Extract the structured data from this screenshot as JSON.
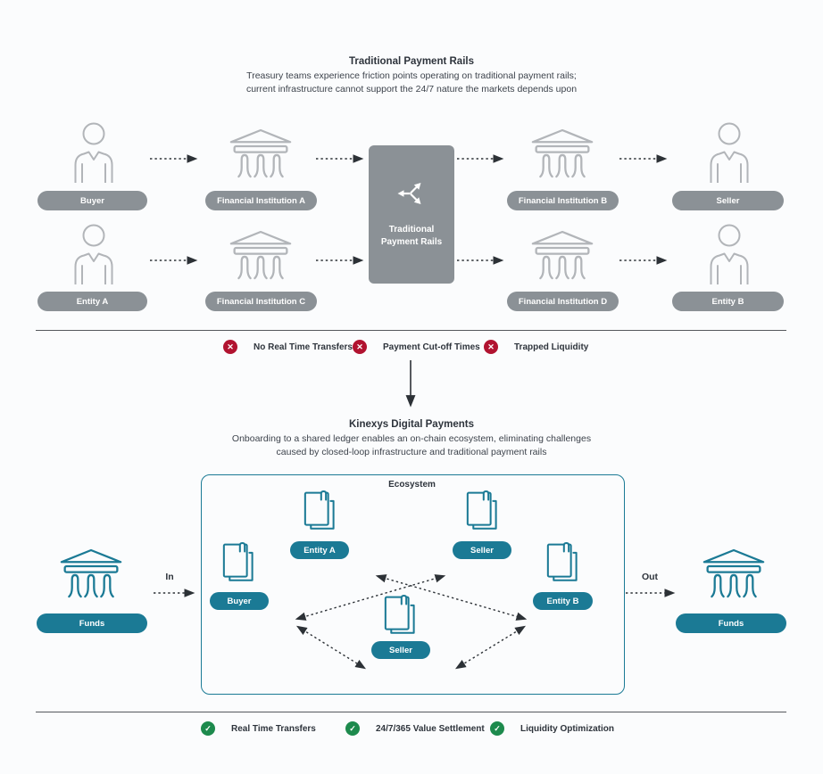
{
  "traditional": {
    "title": "Traditional Payment Rails",
    "subtitle_line1": "Treasury teams experience friction points operating on traditional payment rails;",
    "subtitle_line2": "current infrastructure cannot support the 24/7 nature the markets depends upon",
    "hub": {
      "line1": "Traditional",
      "line2": "Payment Rails"
    },
    "row1": {
      "left_entity": "Buyer",
      "left_bank": "Financial Institution A",
      "right_bank": "Financial Institution B",
      "right_entity": "Seller"
    },
    "row2": {
      "left_entity": "Entity A",
      "left_bank": "Financial Institution C",
      "right_bank": "Financial Institution D",
      "right_entity": "Entity B"
    },
    "issues": [
      "No Real Time Transfers",
      "Payment Cut-off Times",
      "Trapped Liquidity"
    ]
  },
  "kinexys": {
    "title": "Kinexys Digital Payments",
    "subtitle_line1": "Onboarding to a shared ledger enables an on-chain ecosystem, eliminating challenges",
    "subtitle_line2": "caused by closed-loop infrastructure and traditional payment rails",
    "ecosystem": {
      "title": "Ecosystem",
      "nodes": {
        "entity_a": "Entity A",
        "seller_top": "Seller",
        "buyer": "Buyer",
        "entity_b": "Entity B",
        "seller_center": "Seller"
      }
    },
    "funds_in": {
      "label": "Funds",
      "direction": "In"
    },
    "funds_out": {
      "label": "Funds",
      "direction": "Out"
    },
    "benefits": [
      "Real Time Transfers",
      "24/7/365 Value Settlement",
      "Liquidity Optimization"
    ]
  },
  "icons": {
    "cross": "✕",
    "check": "✓"
  },
  "colors": {
    "teal": "#1b7a95",
    "gray": "#8b9196",
    "red": "#b11330",
    "green": "#1d8a4d"
  }
}
